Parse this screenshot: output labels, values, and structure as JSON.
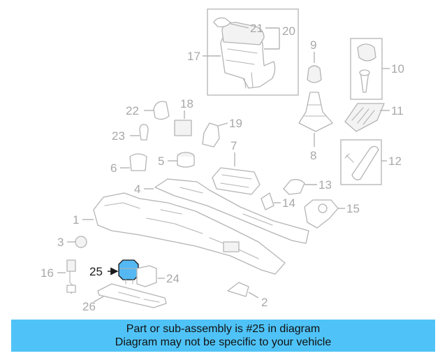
{
  "diagram": {
    "highlight_color": "#55b8f2",
    "line_color": "#b4b4b4",
    "callouts": {
      "c1": "1",
      "c2": "2",
      "c3": "3",
      "c4": "4",
      "c5": "5",
      "c6": "6",
      "c7": "7",
      "c8": "8",
      "c9": "9",
      "c10": "10",
      "c11": "11",
      "c12": "12",
      "c13": "13",
      "c14": "14",
      "c15": "15",
      "c16": "16",
      "c17": "17",
      "c18": "18",
      "c19": "19",
      "c20": "20",
      "c21": "21",
      "c22": "22",
      "c23": "23",
      "c24": "24",
      "c25": "25",
      "c26": "26"
    }
  },
  "banner": {
    "background": "#4fc3f7",
    "line1": "Part or sub-assembly is #25 in diagram",
    "line2": "Diagram may not be specific to your vehicle"
  }
}
